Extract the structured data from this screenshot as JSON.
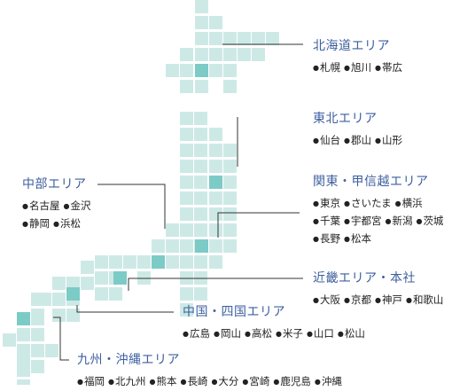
{
  "regions": [
    {
      "id": "hokkaido",
      "title": "北海道エリア",
      "rows": [
        [
          "札幌",
          "旭川",
          "帯広"
        ]
      ]
    },
    {
      "id": "tohoku",
      "title": "東北エリア",
      "rows": [
        [
          "仙台",
          "郡山",
          "山形"
        ]
      ]
    },
    {
      "id": "chubu",
      "title": "中部エリア",
      "rows": [
        [
          "名古屋",
          "金沢"
        ],
        [
          "静岡",
          "浜松"
        ]
      ]
    },
    {
      "id": "kanto",
      "title": "関東・甲信越エリア",
      "rows": [
        [
          "東京",
          "さいたま",
          "横浜"
        ],
        [
          "千葉",
          "宇都宮",
          "新潟",
          "茨城"
        ],
        [
          "長野",
          "松本"
        ]
      ]
    },
    {
      "id": "kinki",
      "title": "近畿エリア・本社",
      "rows": [
        [
          "大阪",
          "京都",
          "神戸",
          "和歌山"
        ]
      ]
    },
    {
      "id": "chugoku",
      "title": "中国・四国エリア",
      "rows": [
        [
          "広島",
          "岡山",
          "高松",
          "米子",
          "山口",
          "松山"
        ]
      ]
    },
    {
      "id": "kyushu",
      "title": "九州・沖縄エリア",
      "rows": [
        [
          "福岡",
          "北九州",
          "熊本",
          "長崎",
          "大分",
          "宮崎",
          "鹿児島",
          "沖縄"
        ]
      ]
    }
  ],
  "colors": {
    "tile": "#cde9e6",
    "tile_highlight": "#7ccbc6",
    "leader_line": "#333333",
    "title_text": "#3d5f9f"
  }
}
